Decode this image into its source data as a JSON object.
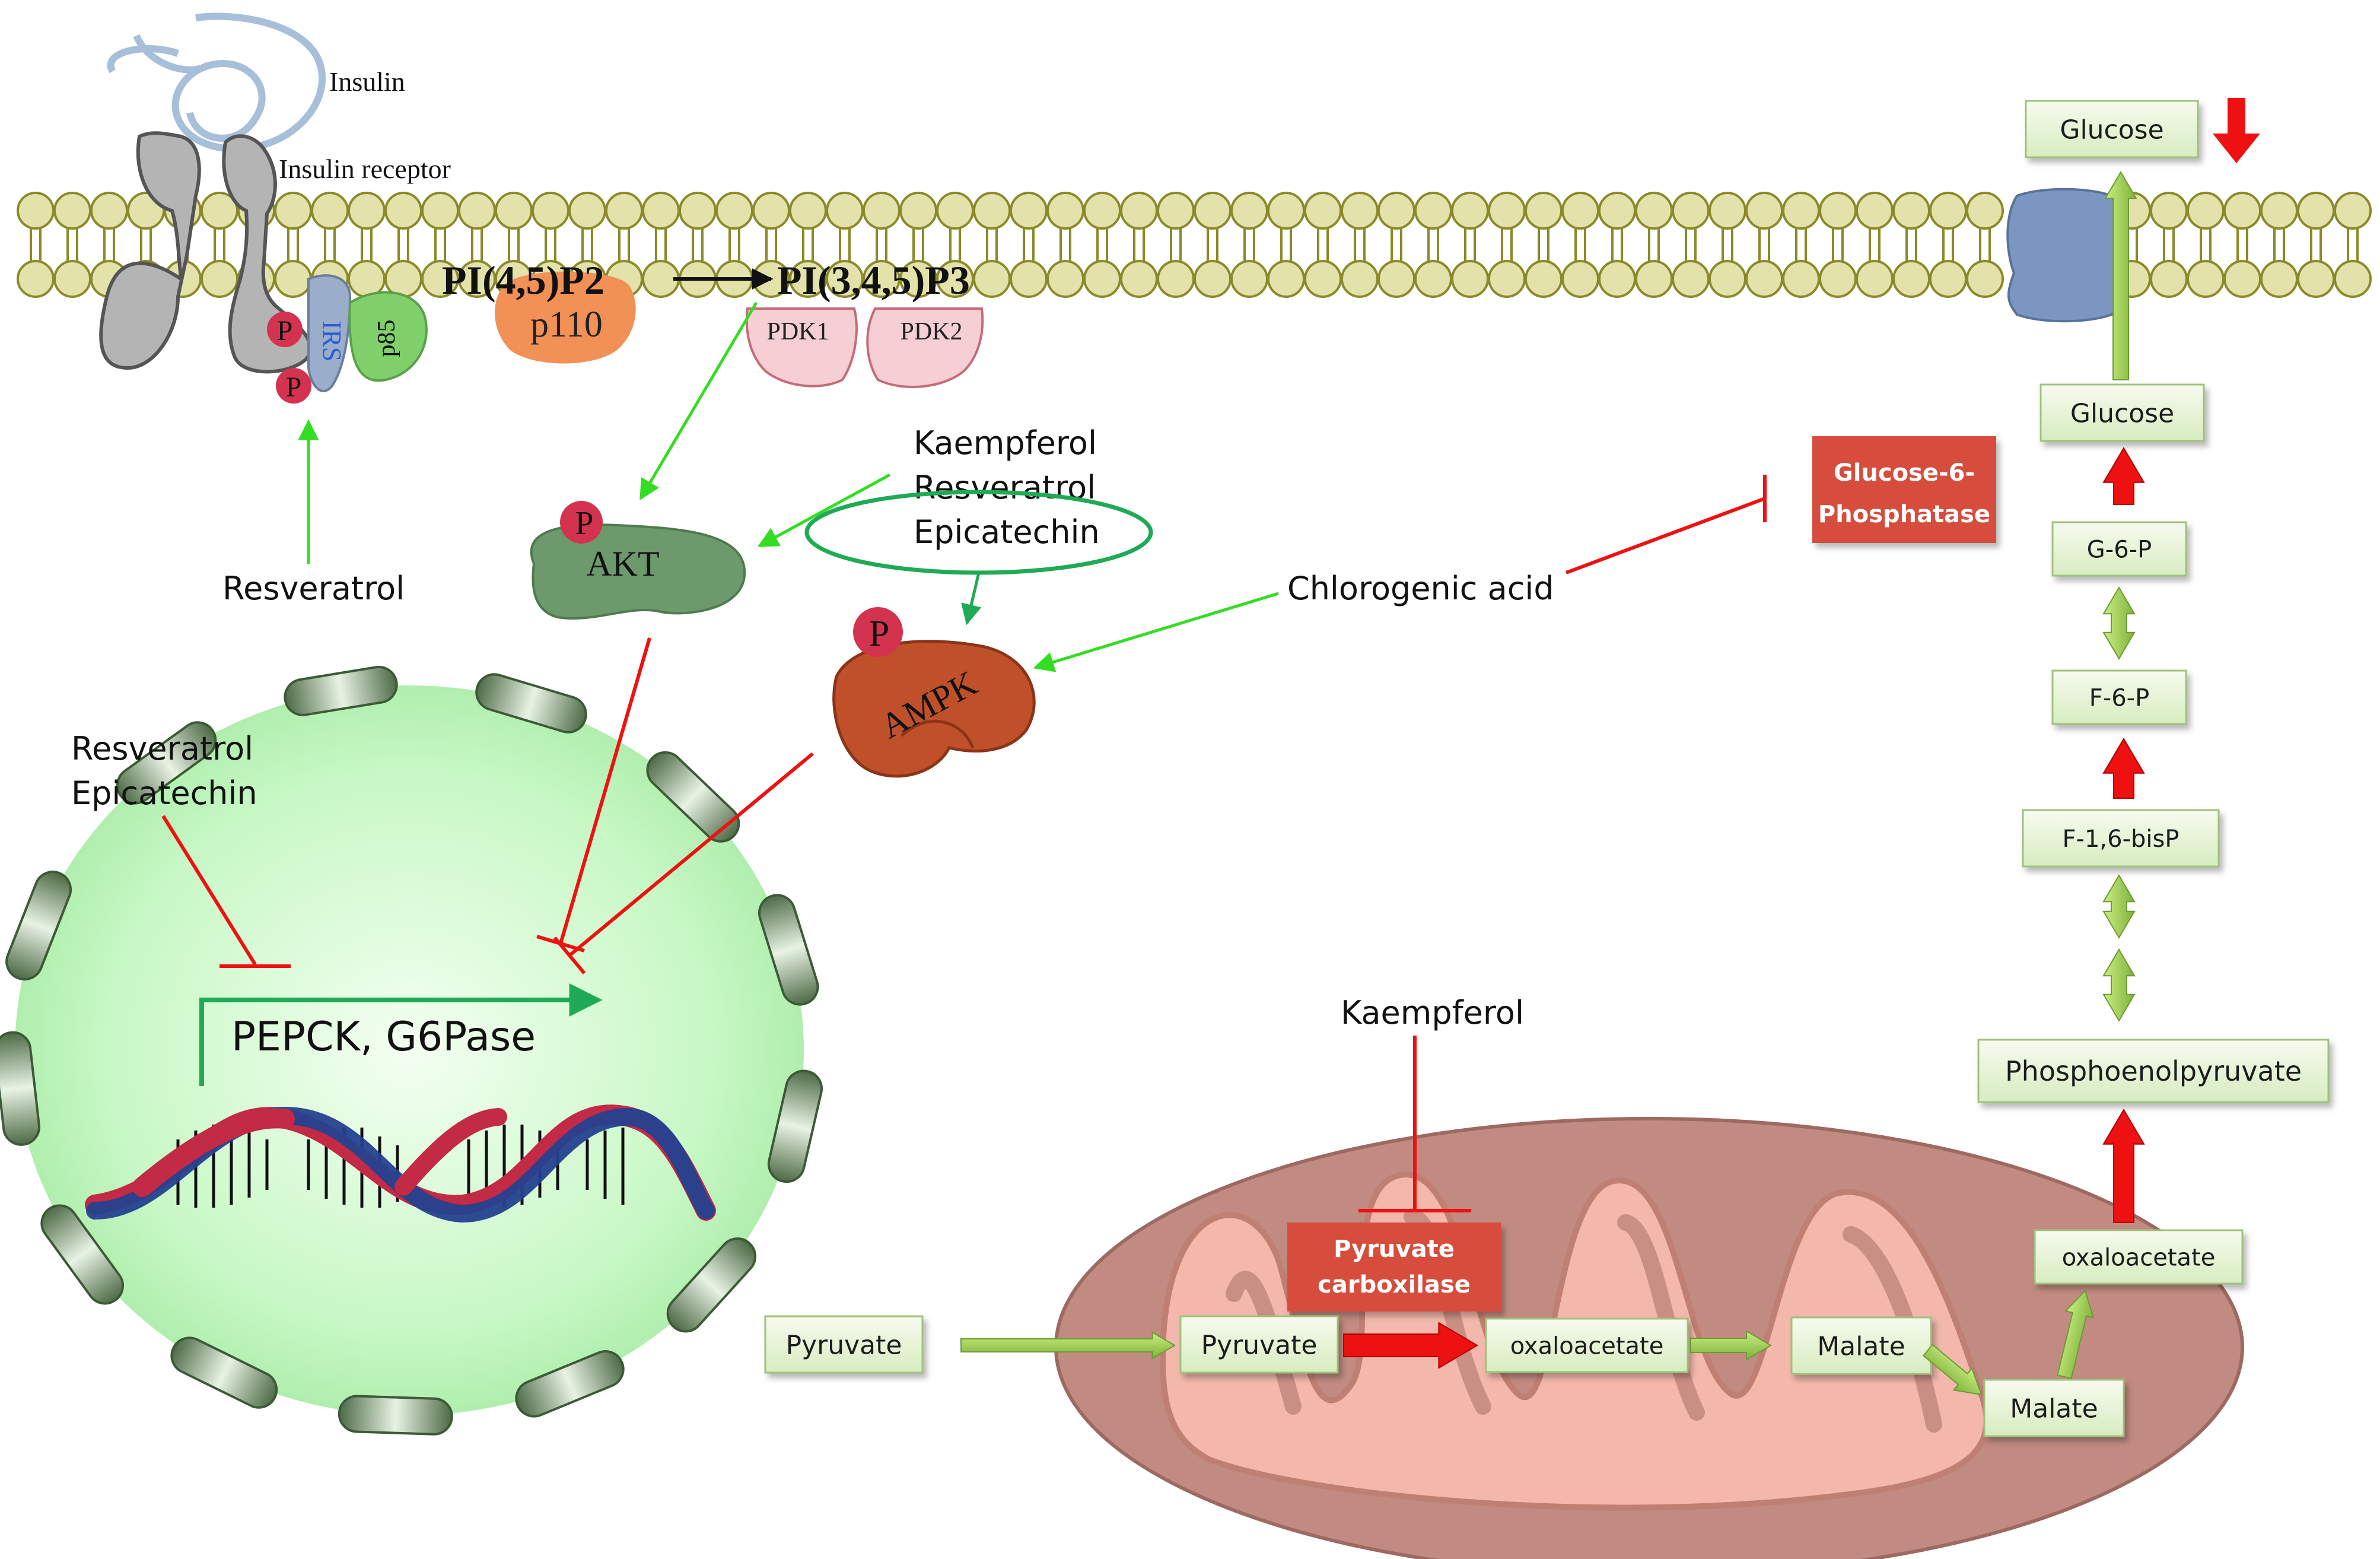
{
  "receptor": {
    "insulin": "Insulin",
    "insulin_receptor": "Insulin receptor",
    "phospho": "P",
    "irs": "IRS",
    "p85": "p85",
    "p110": "p110"
  },
  "lipids": {
    "pip2": "PI(4,5)P2",
    "pip3": "PI(3,4,5)P3"
  },
  "kinases": {
    "pdk1": "PDK1",
    "pdk2": "PDK2",
    "akt": "AKT",
    "ampk": "AMPK",
    "phospho": "P"
  },
  "compounds": {
    "resveratrol_receptor": "Resveratrol",
    "group_akt": [
      "Kaempferol",
      "Resveratrol",
      "Epicatechin"
    ],
    "chlorogenic_acid": "Chlorogenic acid",
    "group_nucleus": [
      "Resveratrol",
      "Epicatechin"
    ],
    "kaempferol_mito": "Kaempferol"
  },
  "nucleus": {
    "genes": "PEPCK, G6Pase"
  },
  "enzymes": {
    "g6pase": [
      "Glucose-6-",
      "Phosphatase"
    ],
    "pyruvate_carboxylase": [
      "Pyruvate",
      "carboxilase"
    ]
  },
  "metabolites": {
    "glucose_out": "Glucose",
    "glucose_in": "Glucose",
    "g6p": "G-6-P",
    "f6p": "F-6-P",
    "f16bp": "F-1,6-bisP",
    "pep": "Phosphoenolpyruvate",
    "oaa_cyto": "oxaloacetate",
    "malate_cyto": "Malate",
    "malate_mito": "Malate",
    "oaa_mito": "oxaloacetate",
    "pyruvate_mito": "Pyruvate",
    "pyruvate_cyto": "Pyruvate"
  },
  "colors": {
    "membrane": "#e3e2aa",
    "membrane_edge": "#8a8a2a",
    "activation": "#33dd22",
    "inhibition": "#ee1111",
    "up_arrow": "#ee1111",
    "box_fill": "#e6f3d3",
    "enzyme_box": "#d64e3c",
    "nucleus": "#bff7bf",
    "mitochondrion": "#c48e84",
    "akt": "#6d9a6d",
    "ampk": "#c0502a",
    "p110": "#f29155",
    "pdk": "#f5cfd3",
    "transporter": "#7b96c0",
    "phospho": "#d43350"
  }
}
